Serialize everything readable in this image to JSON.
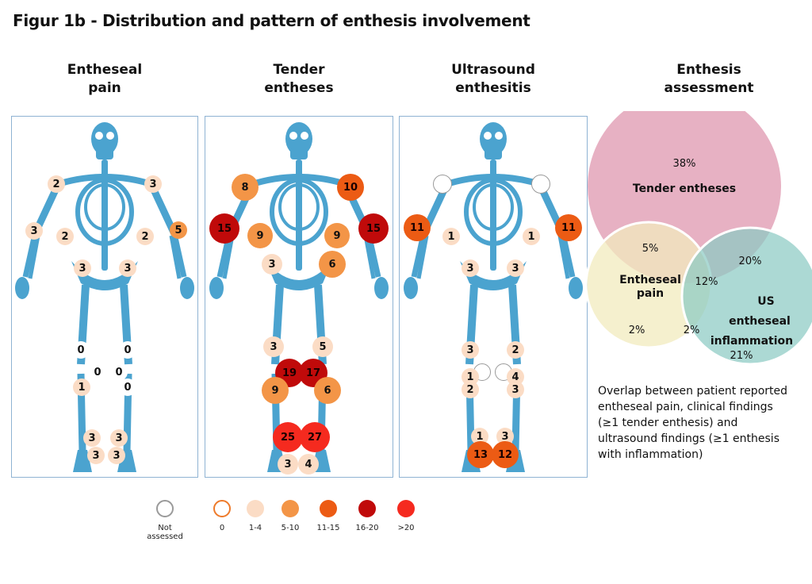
{
  "figure_title": "Figur 1b - Distribution and pattern of enthesis involvement",
  "panels": [
    {
      "id": "entheseal-pain",
      "title_line1": "Entheseal",
      "title_line2": "pain",
      "markers": [
        {
          "label": "2",
          "cat": "1-4"
        },
        {
          "label": "3",
          "cat": "1-4"
        },
        {
          "label": "3",
          "cat": "1-4"
        },
        {
          "label": "2",
          "cat": "1-4"
        },
        {
          "label": "2",
          "cat": "1-4"
        },
        {
          "label": "5",
          "cat": "5-10"
        },
        {
          "label": "3",
          "cat": "1-4"
        },
        {
          "label": "3",
          "cat": "1-4"
        },
        {
          "label": "0",
          "cat": "0"
        },
        {
          "label": "0",
          "cat": "0"
        },
        {
          "label": "0",
          "cat": "0"
        },
        {
          "label": "0",
          "cat": "0"
        },
        {
          "label": "1",
          "cat": "1-4"
        },
        {
          "label": "0",
          "cat": "0"
        },
        {
          "label": "3",
          "cat": "1-4"
        },
        {
          "label": "3",
          "cat": "1-4"
        },
        {
          "label": "3",
          "cat": "1-4"
        },
        {
          "label": "3",
          "cat": "1-4"
        }
      ]
    },
    {
      "id": "tender-entheses",
      "title_line1": "Tender",
      "title_line2": "entheses",
      "markers": [
        {
          "label": "8",
          "cat": "5-10"
        },
        {
          "label": "10",
          "cat": "11-15"
        },
        {
          "label": "15",
          "cat": "16-20"
        },
        {
          "label": "9",
          "cat": "5-10"
        },
        {
          "label": "9",
          "cat": "5-10"
        },
        {
          "label": "15",
          "cat": "16-20"
        },
        {
          "label": "3",
          "cat": "1-4"
        },
        {
          "label": "6",
          "cat": "5-10"
        },
        {
          "label": "3",
          "cat": "1-4"
        },
        {
          "label": "5",
          "cat": "1-4"
        },
        {
          "label": "19",
          "cat": "16-20"
        },
        {
          "label": "17",
          "cat": "16-20"
        },
        {
          "label": "9",
          "cat": "5-10"
        },
        {
          "label": "6",
          "cat": "5-10"
        },
        {
          "label": "25",
          "cat": ">20"
        },
        {
          "label": "27",
          "cat": ">20"
        },
        {
          "label": "3",
          "cat": "1-4"
        },
        {
          "label": "4",
          "cat": "1-4"
        }
      ]
    },
    {
      "id": "ultrasound-enthesitis",
      "title_line1": "Ultrasound",
      "title_line2": "enthesitis",
      "markers": [
        {
          "label": "",
          "cat": "not-assessed"
        },
        {
          "label": "",
          "cat": "not-assessed"
        },
        {
          "label": "11",
          "cat": "11-15"
        },
        {
          "label": "1",
          "cat": "1-4"
        },
        {
          "label": "1",
          "cat": "1-4"
        },
        {
          "label": "11",
          "cat": "11-15"
        },
        {
          "label": "3",
          "cat": "1-4"
        },
        {
          "label": "3",
          "cat": "1-4"
        },
        {
          "label": "3",
          "cat": "1-4"
        },
        {
          "label": "2",
          "cat": "1-4"
        },
        {
          "label": "",
          "cat": "not-assessed"
        },
        {
          "label": "",
          "cat": "not-assessed"
        },
        {
          "label": "1",
          "cat": "1-4"
        },
        {
          "label": "4",
          "cat": "1-4"
        },
        {
          "label": "2",
          "cat": "1-4"
        },
        {
          "label": "3",
          "cat": "1-4"
        },
        {
          "label": "1",
          "cat": "1-4"
        },
        {
          "label": "3",
          "cat": "1-4"
        },
        {
          "label": "13",
          "cat": "11-15"
        },
        {
          "label": "12",
          "cat": "11-15"
        }
      ]
    }
  ],
  "venn": {
    "title_line1": "Enthesis",
    "title_line2": "assessment",
    "tender_pct": "38%",
    "tender_label": "Tender entheses",
    "pain_label_line1": "Entheseal",
    "pain_label_line2": "pain",
    "us_label_line1": "US",
    "us_label_line2": "entheseal",
    "us_label_line3": "inflammation",
    "pain_tender_pct": "5%",
    "tender_us_pct": "20%",
    "all_three_pct": "12%",
    "pain_only_pct": "2%",
    "pain_us_pct": "2%",
    "us_only_pct": "21%",
    "colors": {
      "tender": "#e3a3b8",
      "pain": "#f1ebbd",
      "us": "#8ccbc4"
    }
  },
  "caption": "Overlap between patient reported entheseal pain, clinical findings (≥1 tender enthesis) and ultrasound findings (≥1 enthesis with inflammation)",
  "legend": [
    {
      "label": "Not assessed",
      "cat": "not-assessed"
    },
    {
      "label": "0",
      "cat": "0"
    },
    {
      "label": "1-4",
      "cat": "1-4"
    },
    {
      "label": "5-10",
      "cat": "5-10"
    },
    {
      "label": "11-15",
      "cat": "11-15"
    },
    {
      "label": "16-20",
      "cat": "16-20"
    },
    {
      "label": ">20",
      "cat": ">20"
    }
  ],
  "category_colors": {
    "not-assessed": {
      "fill": "#ffffff",
      "stroke": "#9a9a9a"
    },
    "0": {
      "fill": "#ffffff",
      "stroke": "#ee7a2a"
    },
    "1-4": {
      "fill": "#fbdcc5",
      "stroke": "none"
    },
    "5-10": {
      "fill": "#f39547",
      "stroke": "none"
    },
    "11-15": {
      "fill": "#ec5b14",
      "stroke": "none"
    },
    "16-20": {
      "fill": "#c00a0a",
      "stroke": "none"
    },
    ">20": {
      "fill": "#f52a1f",
      "stroke": "none"
    }
  },
  "skeleton_color": "#4ba3cf"
}
